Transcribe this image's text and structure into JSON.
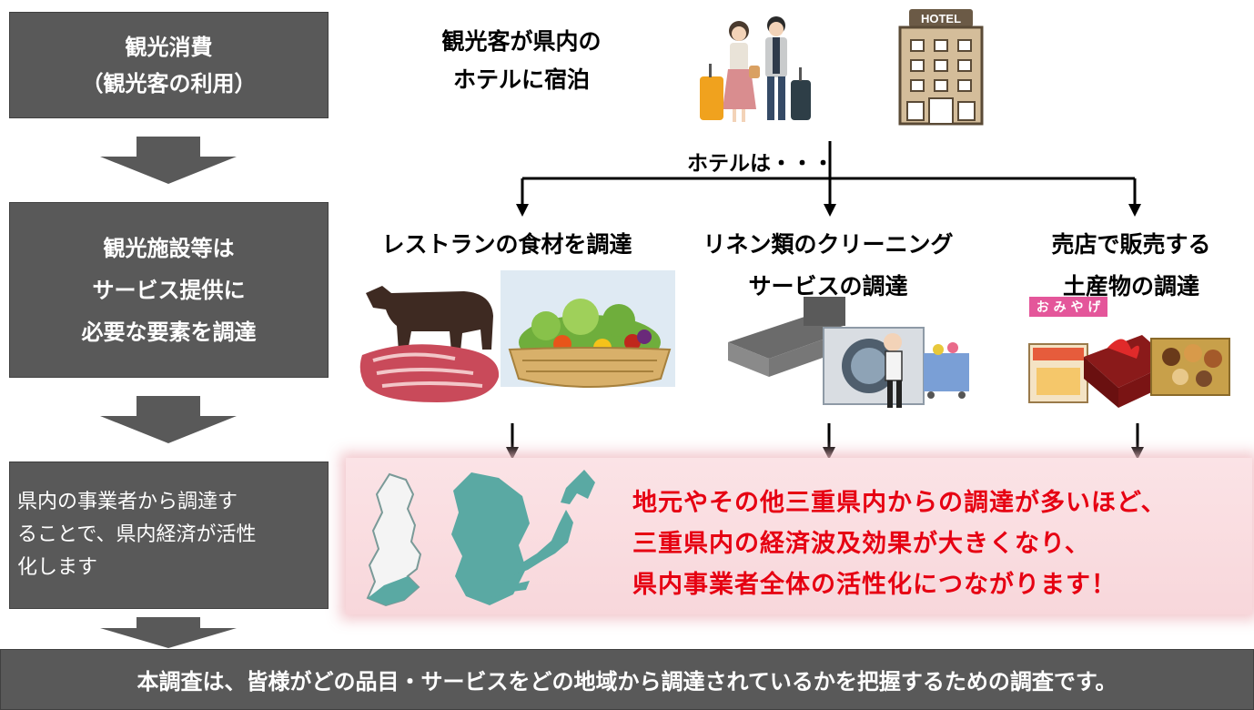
{
  "left_steps": {
    "step1": [
      "観光消費",
      "（観光客の利用）"
    ],
    "step2": [
      "観光施設等は",
      "サービス提供に",
      "必要な要素を調達"
    ],
    "step3": [
      "県内の事業者から調達す",
      "ることで、県内経済が活性",
      "化します"
    ]
  },
  "top": {
    "caption": [
      "観光客が県内の",
      "ホテルに宿泊"
    ],
    "hotel_sign": "HOTEL",
    "branch_label": "ホテルは・・・"
  },
  "branches": [
    {
      "lines": [
        "レストランの食材を調達"
      ]
    },
    {
      "lines": [
        "リネン類のクリーニング",
        "サービスの調達"
      ]
    },
    {
      "lines": [
        "売店で販売する",
        "土産物の調達"
      ]
    }
  ],
  "omiyage_sign": [
    "お",
    "み",
    "や",
    "げ"
  ],
  "result": {
    "lines": [
      "地元やその他三重県内からの調達が多いほど、",
      "三重県内の経済波及効果が大きくなり、",
      "県内事業者全体の活性化につながります！"
    ],
    "color": "#e60012"
  },
  "footer": "本調査は、皆様がどの品目・サービスをどの地域から調達されているかを把握するための調査です。",
  "colors": {
    "box": "#595959",
    "arrow": "#595959",
    "accent_red": "#e60012",
    "map_teal": "#5aa9a3"
  }
}
